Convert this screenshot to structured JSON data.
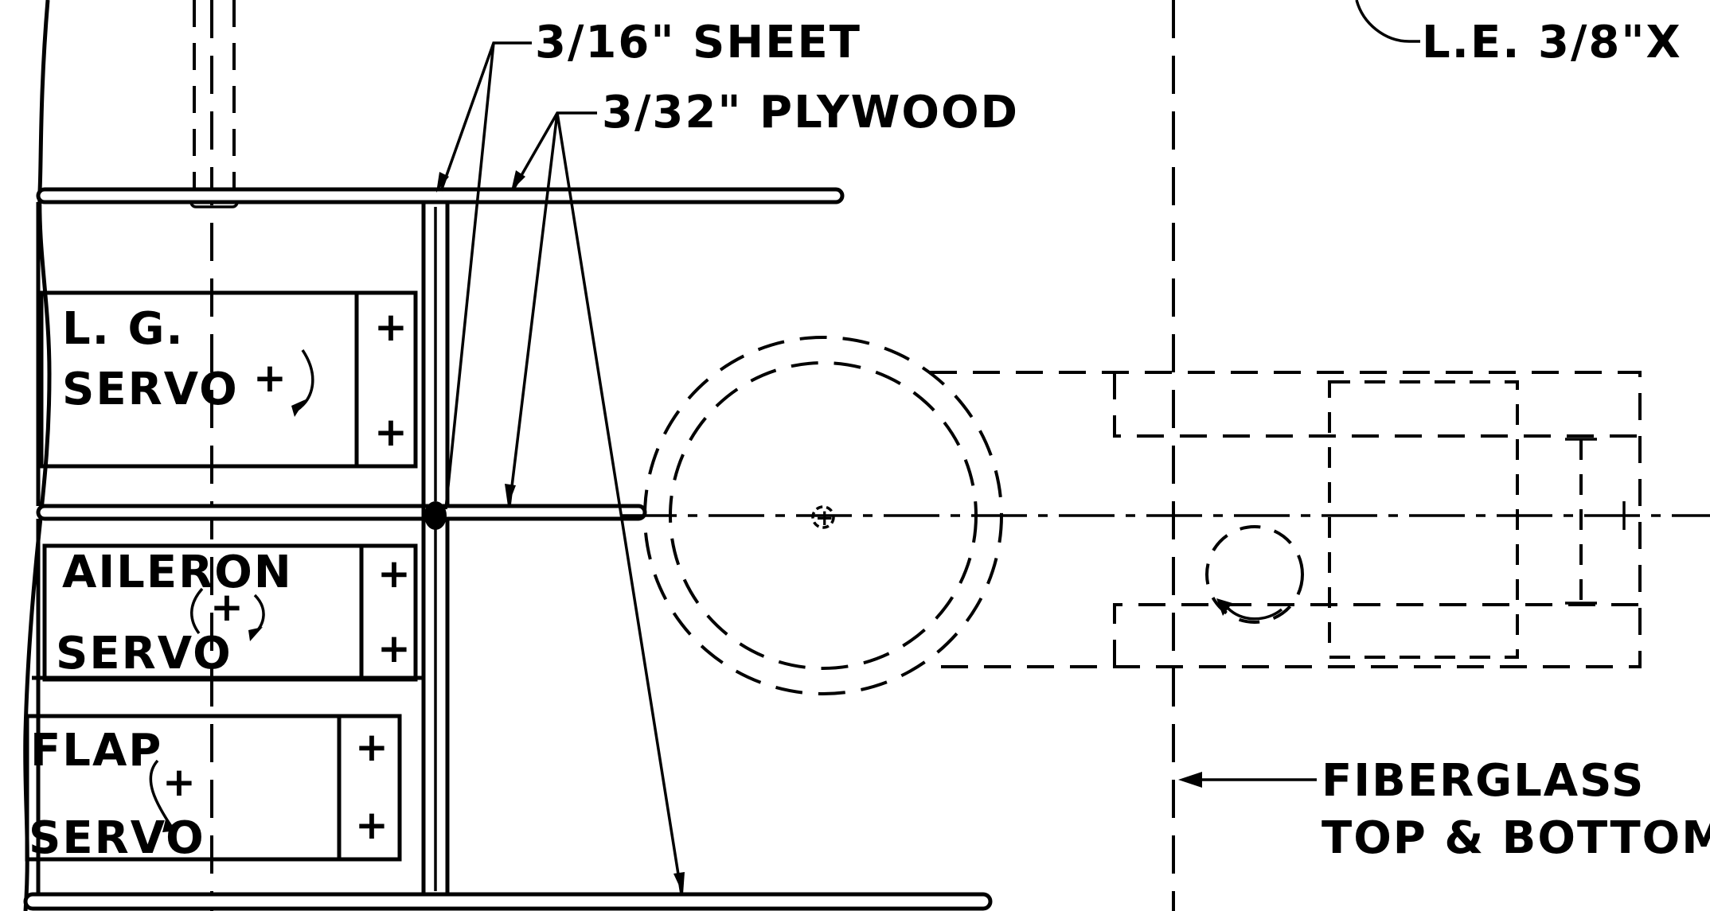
{
  "labels": {
    "sheet": "3/16\" SHEET",
    "plywood": "3/32\" PLYWOOD",
    "leading_edge": "L.E. 3/8\"X",
    "lg_servo_line1": "L. G.",
    "lg_servo_line2": "SERVO",
    "aileron_servo_line1": "AILERON",
    "aileron_servo_line2": "SERVO",
    "flap_servo_line1": "FLAP",
    "flap_servo_line2": "SERVO",
    "fiberglass_line1": "FIBERGLASS",
    "fiberglass_line2": "TOP & BOTTOM"
  },
  "colors": {
    "ink": "#000000",
    "paper": "#ffffff"
  }
}
